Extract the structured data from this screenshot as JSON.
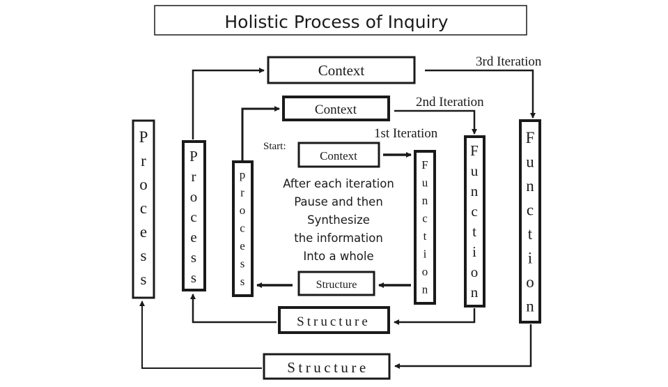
{
  "title": "Holistic Process of Inquiry",
  "start_label": "Start:",
  "note_lines": [
    "After each  iteration",
    "Pause and then",
    "Synthesize",
    "the information",
    "Into a whole"
  ],
  "iterations": [
    {
      "label": "1st Iteration",
      "context": "Context",
      "function": "Function",
      "structure": "Structure",
      "process": "process"
    },
    {
      "label": "2nd Iteration",
      "context": "Context",
      "function": "Function",
      "structure": "Structure",
      "process": "Process"
    },
    {
      "label": "3rd Iteration",
      "context": "Context",
      "function": "Function",
      "structure": "Structure",
      "process": "Process"
    }
  ],
  "colors": {
    "ink": "#1a1a1a",
    "background": "#ffffff"
  }
}
